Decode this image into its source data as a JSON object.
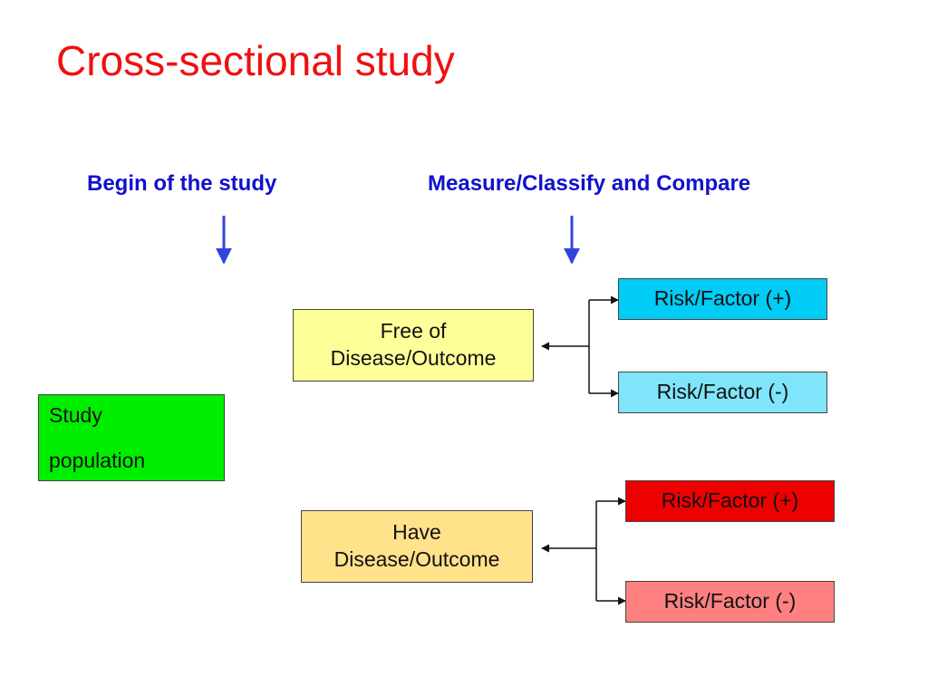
{
  "title": "Cross-sectional study",
  "phases": {
    "begin": "Begin of the study",
    "measure": "Measure/Classify and Compare"
  },
  "study_population": {
    "line1": "Study",
    "line2": "population"
  },
  "groups": [
    {
      "line1": "Free of",
      "line2": "Disease/Outcome",
      "color": "#ffff99",
      "risk_pos": {
        "label": "Risk/Factor (+)",
        "color": "#00ccf5"
      },
      "risk_neg": {
        "label": "Risk/Factor (-)",
        "color": "#7fe5fb"
      }
    },
    {
      "line1": "Have",
      "line2": "Disease/Outcome",
      "color": "#ffe28a",
      "risk_pos": {
        "label": "Risk/Factor (+)",
        "color": "#ee0000"
      },
      "risk_neg": {
        "label": "Risk/Factor (-)",
        "color": "#ff8080"
      }
    }
  ],
  "colors": {
    "title": "#ee1111",
    "phase_text": "#1111cc",
    "phase_arrow": "#3344dd",
    "study_box": "#00ee00"
  }
}
